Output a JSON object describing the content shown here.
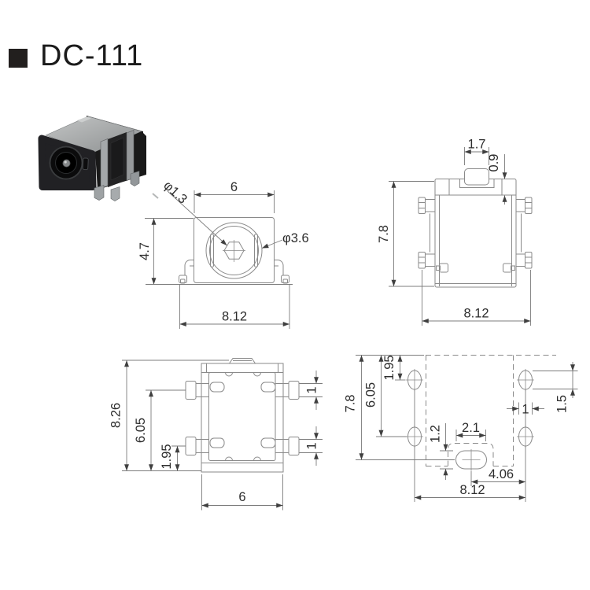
{
  "title": {
    "text": "DC-111"
  },
  "colors": {
    "line": "#8a8a8a",
    "dimension_line": "#7c7c7c",
    "dimension_text": "#2d2d2d",
    "arrow": "#3f3f3f",
    "title_text": "#1b1b1b",
    "bullet": "#221f1e",
    "metal": "#a9adaf",
    "plastic_body": "#1d1d1f"
  },
  "views": {
    "front": {
      "dims": {
        "width": "6",
        "pin_span": "8.12",
        "height": "4.7",
        "pin_diameter": "φ1.3",
        "barrel_diameter": "φ3.6"
      }
    },
    "top": {
      "dims": {
        "tab_width": "1.7",
        "shield_thickness": "0.9",
        "depth": "7.8",
        "pin_span": "8.12"
      }
    },
    "bottom": {
      "dims": {
        "total_depth": "8.26",
        "upper_pin_offset": "6.05",
        "lower_pin_offset": "1.95",
        "upper_pin_width": "1",
        "lower_pin_width": "1",
        "width": "6"
      }
    },
    "footprint": {
      "dims": {
        "depth": "7.8",
        "pad_row2_offset": "6.05",
        "pad_row1_offset": "1.95",
        "pad_width": "1",
        "pad_height": "1.5",
        "center_pad_height": "1.2",
        "center_pad_width": "2.1",
        "center_pad_to_side_pads": "4.06",
        "pad_span": "8.12"
      }
    }
  }
}
